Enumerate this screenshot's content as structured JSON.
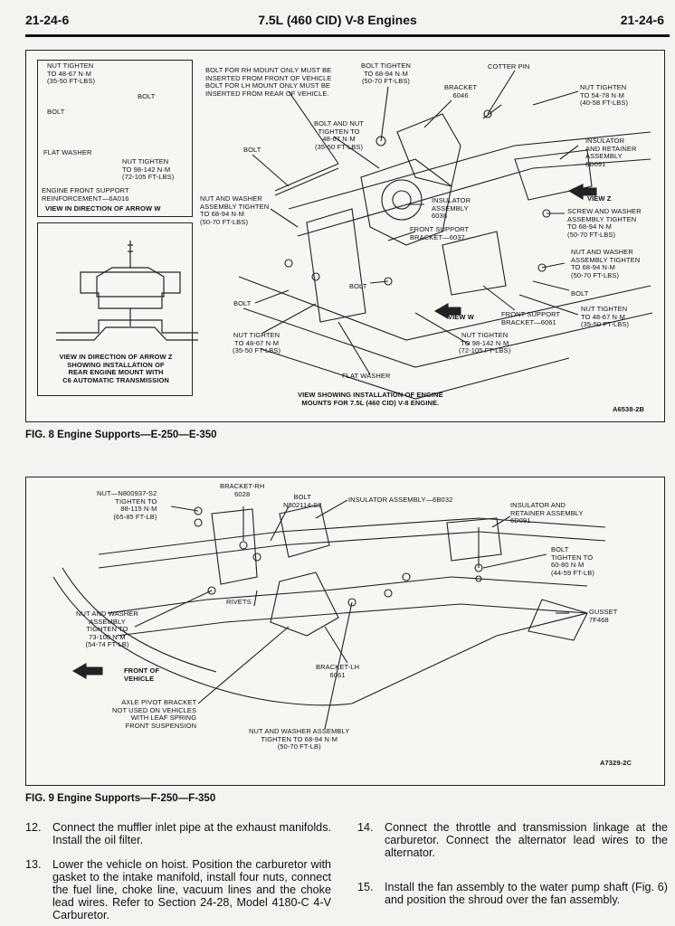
{
  "page_header": {
    "page_left": "21-24-6",
    "title": "7.5L (460 CID) V-8 Engines",
    "page_right": "21-24-6"
  },
  "fig8": {
    "caption": "FIG. 8 Engine Supports—E-250—E-350",
    "code": "A6538-2B",
    "view_caption": "VIEW SHOWING INSTALLATION OF ENGINE\nMOUNTS FOR 7.5L (460 CID) V-8 ENGINE.",
    "inset_w": {
      "nut_tighten": "NUT TIGHTEN\nTO 48-67 N·m\n(35-50 FT-LBS)",
      "bolt_a": "BOLT",
      "bolt_b": "BOLT",
      "flat_washer": "FLAT WASHER",
      "nut_tighten_2": "NUT TIGHTEN\nTO 98-142 N·m\n(72-105 FT-LBS)",
      "reinforcement": "ENGINE FRONT SUPPORT\nREINFORCEMENT—6A016",
      "view_caption": "VIEW IN DIRECTION OF ARROW W"
    },
    "inset_z": {
      "view_caption": "VIEW IN DIRECTION OF ARROW Z\nSHOWING INSTALLATION OF\nREAR ENGINE MOUNT WITH\nC6 AUTOMATIC TRANSMISSION"
    },
    "labels": {
      "bolt_rh_note": "BOLT FOR RH MOUNT ONLY MUST BE\nINSERTED FROM FRONT OF VEHICLE\nBOLT FOR LH MOUNT ONLY MUST BE\nINSERTED FROM REAR OF VEHICLE.",
      "bolt_tighten_68": "BOLT TIGHTEN\nTO 68-94 N·m\n(50-70 FT-LBS)",
      "cotter_pin": "COTTER PIN",
      "bracket_6046": "BRACKET\n6046",
      "nut_tighten_54": "NUT TIGHTEN\nTO 54-78 N·m\n(40-58 FT-LBS)",
      "bolt_and_nut": "BOLT AND NUT\nTIGHTEN TO\n48-67 N·m\n(35-50 FT-LBS)",
      "bolt_left": "BOLT",
      "insulator_retainer": "INSULATOR\nAND RETAINER\nASSEMBLY\n6D091",
      "view_z": "VIEW Z",
      "nut_washer_asm": "NUT AND WASHER\nASSEMBLY TIGHTEN\nTO 68-94 N·m\n(50-70 FT-LBS)",
      "insulator_6038": "INSULATOR\nASSEMBLY\n6038",
      "screw_washer": "SCREW AND WASHER\nASSEMBLY TIGHTEN\nTO 68-94 N·m\n(50-70 FT-LBS)",
      "front_support_6037": "FRONT SUPPORT\nBRACKET—6037",
      "nut_washer_right": "NUT AND WASHER\nASSEMBLY TIGHTEN\nTO 68-94 N·m\n(50-70 FT-LBS)",
      "bolt_mid": "BOLT",
      "bolt_left2": "BOLT",
      "bolt_right": "BOLT",
      "nut_tighten_48_right": "NUT TIGHTEN\nTO 48-67 N·m\n(35-50 FT-LBS)",
      "view_w": "VIEW W",
      "front_support_6061": "FRONT SUPPORT\nBRACKET—6061",
      "nut_tighten_48_left": "NUT TIGHTEN\nTO 48-67 N·m\n(35-50 FT-LBS)",
      "nut_tighten_98": "NUT TIGHTEN\nTO 98-142 N·m\n(72-105 FT-LBS)",
      "flat_washer": "FLAT WASHER"
    }
  },
  "fig9": {
    "caption": "FIG. 9 Engine Supports—F-250—F-350",
    "code": "A7329-2C",
    "labels": {
      "nut_n800937": "NUT—N800937-S2\nTIGHTEN TO\n88-115 N·m\n(65-85 FT-LB)",
      "bracket_rh": "BRACKET-RH\n6028",
      "bolt_n802114": "BOLT\nN802114-S2",
      "insulator_6b032": "INSULATOR ASSEMBLY—6B032",
      "insulator_retainer": "INSULATOR AND\nRETAINER ASSEMBLY\n6D091",
      "bolt_tighten": "BOLT\nTIGHTEN TO\n60-80 N·m\n(44-59 FT-LB)",
      "rivets": "RIVETS",
      "gusset": "GUSSET\n7F468",
      "nut_washer_73": "NUT AND WASHER\nASSEMBLY\nTIGHTEN TO\n73-100 N·m\n(54-74 FT-LB)",
      "front_of_vehicle": "FRONT OF\nVEHICLE",
      "bracket_lh": "BRACKET-LH\n6061",
      "axle_pivot": "AXLE PIVOT BRACKET\nNOT USED ON VEHICLES\nWITH LEAF SPRING\nFRONT SUSPENSION",
      "nut_washer_68": "NUT AND WASHER ASSEMBLY\nTIGHTEN TO 68-94 N·m\n(50-70 FT-LB)"
    }
  },
  "steps": [
    {
      "num": "12.",
      "text": "Connect the muffler inlet pipe at the exhaust manifolds. Install the oil filter."
    },
    {
      "num": "13.",
      "text": "Lower the vehicle on hoist. Position the carburetor with gasket to the intake manifold, install four nuts, connect the fuel line, choke line, vacuum lines and the choke lead wires. Refer to Section 24-28, Model 4180-C 4-V Carburetor."
    },
    {
      "num": "14.",
      "text": "Connect the throttle and transmission linkage at the carburetor. Connect the alternator lead wires to the alternator."
    },
    {
      "num": "15.",
      "text": "Install the fan assembly to the water pump shaft (Fig. 6) and position the shroud over the fan assembly."
    }
  ]
}
